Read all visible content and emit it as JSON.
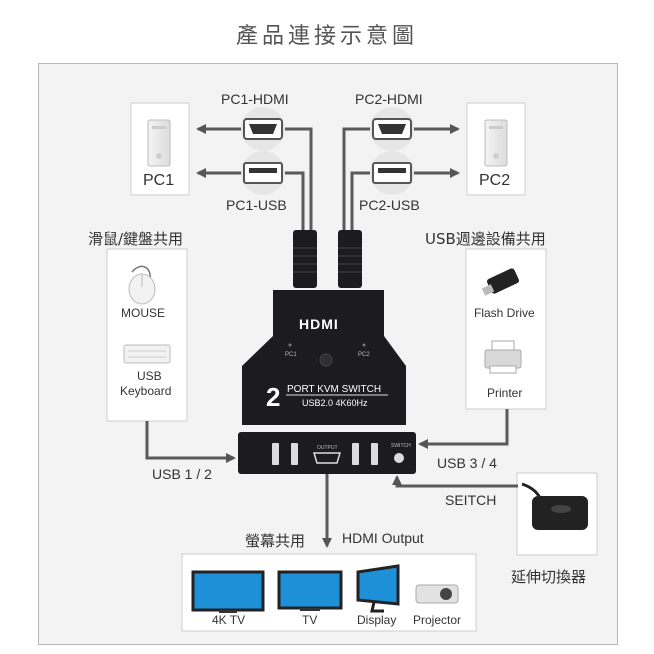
{
  "title": "產品連接示意圖",
  "pc1_hdmi": "PC1-HDMI",
  "pc2_hdmi": "PC2-HDMI",
  "pc1_usb": "PC1-USB",
  "pc2_usb": "PC2-USB",
  "pc1": "PC1",
  "pc2": "PC2",
  "mouse_kb_shared": "滑鼠/鍵盤共用",
  "usb_periph_shared": "USB週邊設備共用",
  "mouse": "MOUSE",
  "keyboard_l1": "USB",
  "keyboard_l2": "Keyboard",
  "flash_drive": "Flash Drive",
  "printer": "Printer",
  "usb12": "USB 1 / 2",
  "usb34": "USB 3 / 4",
  "seitch": "SEITCH",
  "monitor_shared": "螢幕共用",
  "hdmi_output": "HDMI Output",
  "ext_switch": "延伸切換器",
  "tv4k": "4K TV",
  "tv": "TV",
  "display": "Display",
  "projector": "Projector",
  "device": {
    "brand": "HDMI",
    "pc1_led": "PC1",
    "pc2_led": "PC2",
    "num": "2",
    "model": "PORT KVM SWITCH",
    "spec": "USB2.0   4K60Hz",
    "output_port": "OUTPUT",
    "switch_port": "SWITCH"
  },
  "colors": {
    "line": "#5a5a5a",
    "device": "#1c1c1f",
    "screen": "#1e90d8"
  }
}
